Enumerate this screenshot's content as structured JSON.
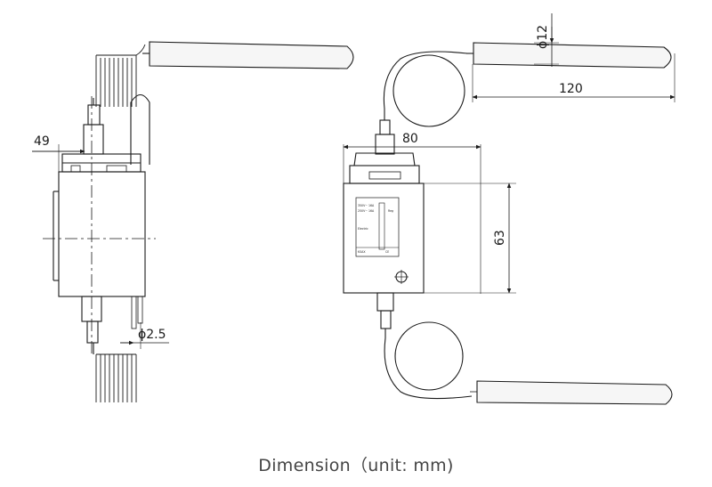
{
  "dimensions": {
    "d49": "49",
    "d80": "80",
    "d63": "63",
    "d120": "120",
    "phi12": "ϕ12",
    "phi2_5": "ϕ2.5"
  },
  "caption": "Dimension（unit: mm)",
  "nameplate": {
    "line1": "350V~  16A",
    "line2": "250V~ 16A",
    "line3": "Electric",
    "line4": "KSAX",
    "line5": "CE",
    "line6": "Reg"
  },
  "colors": {
    "stroke": "#1a1a1a",
    "bulb_fill": "#f6f6f6"
  }
}
